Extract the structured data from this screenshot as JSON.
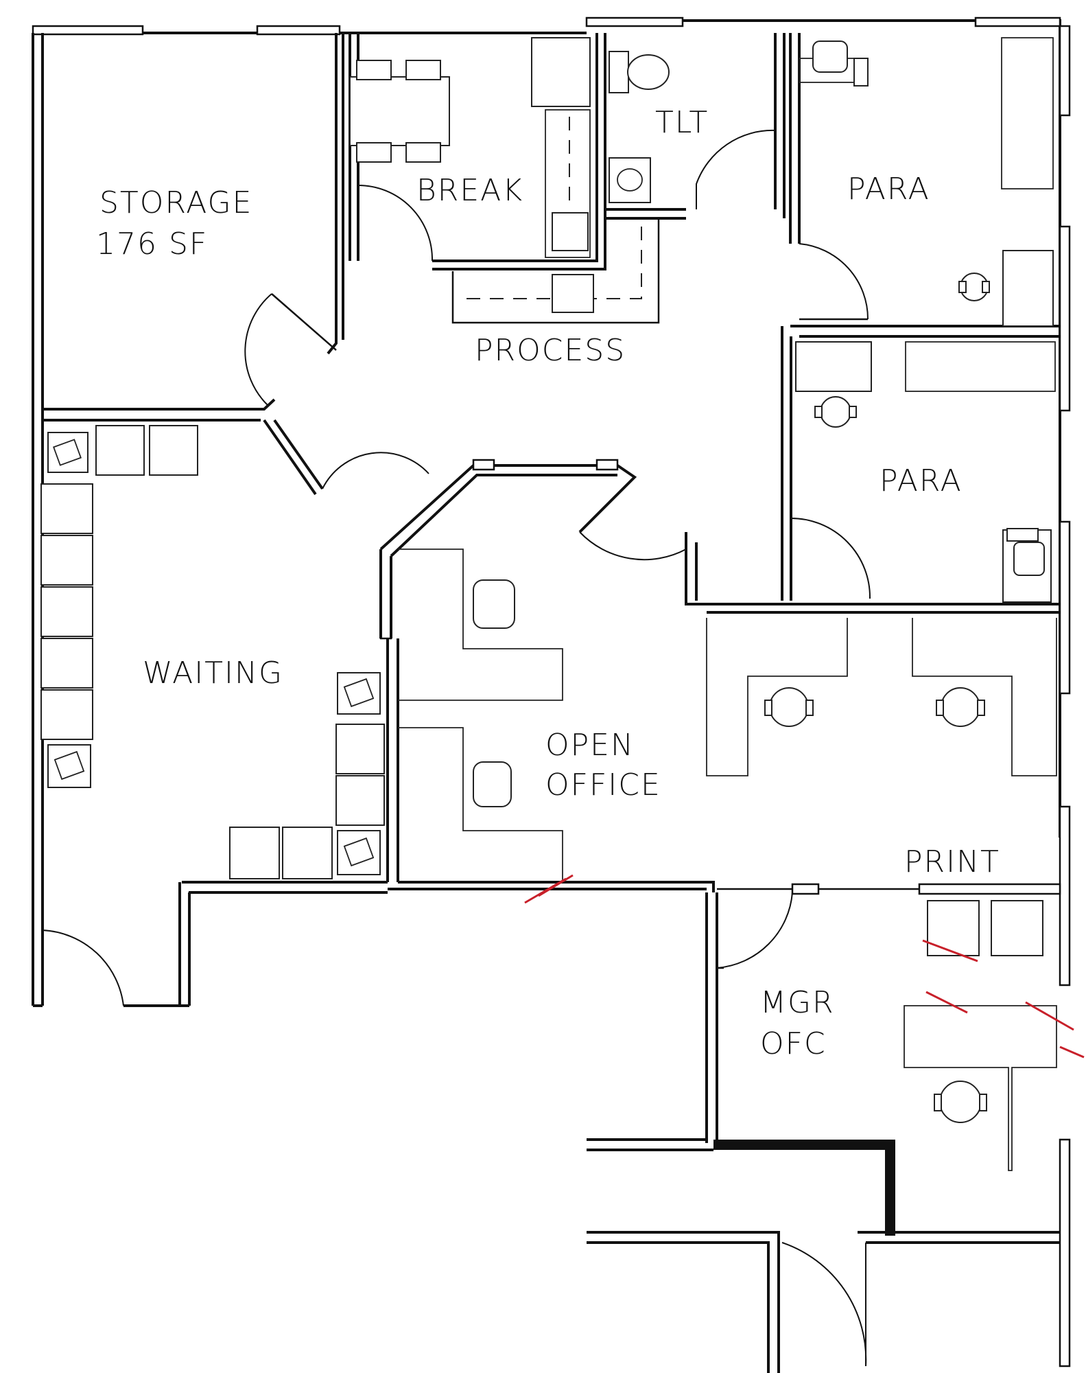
{
  "rooms": {
    "storage": {
      "name": "STORAGE",
      "area": "176 SF"
    },
    "break": {
      "name": "BREAK"
    },
    "toilet": {
      "name": "TLT"
    },
    "para_top": {
      "name": "PARA"
    },
    "para_mid": {
      "name": "PARA"
    },
    "process": {
      "name": "PROCESS"
    },
    "waiting": {
      "name": "WAITING"
    },
    "open_office": {
      "line1": "OPEN",
      "line2": "OFFICE"
    },
    "print": {
      "name": "PRINT"
    },
    "mgr_office": {
      "line1": "MGR",
      "line2": "OFC"
    }
  },
  "colors": {
    "walls": "#111111",
    "markup": "#c8202a",
    "background": "#ffffff"
  }
}
